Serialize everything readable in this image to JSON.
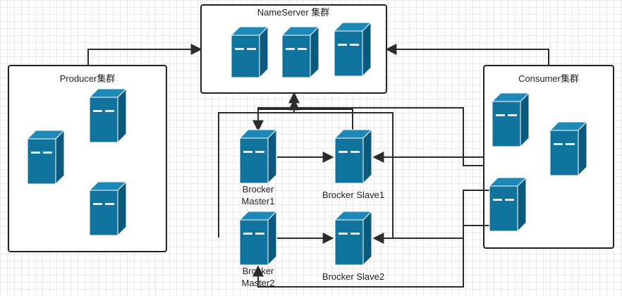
{
  "title": "RocketMQ Architecture",
  "groups": {
    "nameserver": "NameServer 集群",
    "producer": "Producer集群",
    "consumer": "Consumer集群"
  },
  "brokers": {
    "master1_line1": "Brocker",
    "master1_line2": "Master1",
    "master2_line1": "Brocker",
    "master2_line2": "Master2",
    "slave1": "Brocker Slave1",
    "slave2": "Brocker Slave2"
  },
  "colors": {
    "server_front": "#10739e",
    "server_side": "#0b5a7d",
    "server_top": "#1e88b6",
    "stroke": "#2b2b2b",
    "grid": "#e8e8e8"
  },
  "icons": [
    "server-icon"
  ]
}
